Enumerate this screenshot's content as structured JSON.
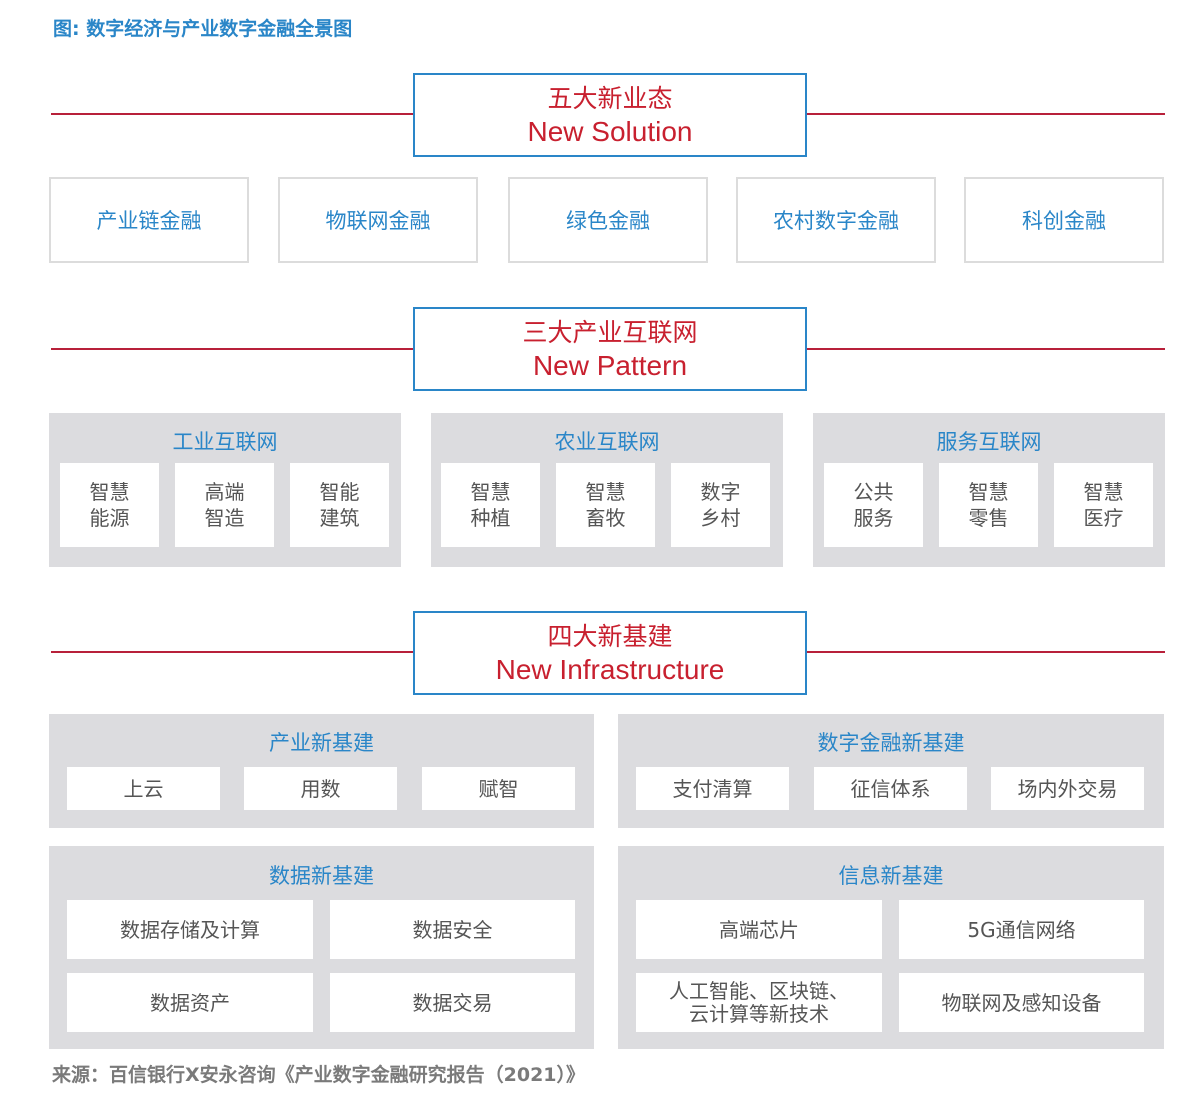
{
  "figure_title": "图: 数字经济与产业数字金融全景图",
  "sections": {
    "solution": {
      "title_cn": "五大新业态",
      "title_en": "New Solution",
      "items": [
        "产业链金融",
        "物联网金融",
        "绿色金融",
        "农村数字金融",
        "科创金融"
      ]
    },
    "pattern": {
      "title_cn": "三大产业互联网",
      "title_en": "New Pattern",
      "groups": [
        {
          "title": "工业互联网",
          "items": [
            "智慧\n能源",
            "高端\n智造",
            "智能\n建筑"
          ]
        },
        {
          "title": "农业互联网",
          "items": [
            "智慧\n种植",
            "智慧\n畜牧",
            "数字\n乡村"
          ]
        },
        {
          "title": "服务互联网",
          "items": [
            "公共\n服务",
            "智慧\n零售",
            "智慧\n医疗"
          ]
        }
      ]
    },
    "infrastructure": {
      "title_cn": "四大新基建",
      "title_en": "New Infrastructure",
      "groups": [
        {
          "title": "产业新基建",
          "items": [
            "上云",
            "用数",
            "赋智"
          ]
        },
        {
          "title": "数字金融新基建",
          "items": [
            "支付清算",
            "征信体系",
            "场内外交易"
          ]
        },
        {
          "title": "数据新基建",
          "items": [
            "数据存储及计算",
            "数据安全",
            "数据资产",
            "数据交易"
          ]
        },
        {
          "title": "信息新基建",
          "items": [
            "高端芯片",
            "5G通信网络",
            "人工智能、区块链、\n云计算等新技术",
            "物联网及感知设备"
          ]
        }
      ]
    }
  },
  "source": "来源：百信银行X安永咨询《产业数字金融研究报告（2021）》",
  "colors": {
    "accent_blue": "#2a86c8",
    "accent_red": "#c8202f",
    "panel_gray": "#dcdcdf"
  }
}
